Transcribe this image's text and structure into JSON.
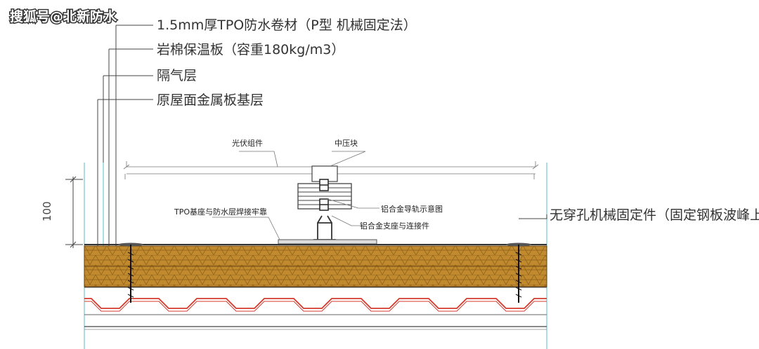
{
  "watermark": "搜狐号@北新防水",
  "layers": [
    "1.5mm厚TPO防水卷材（P型 机械固定法）",
    "岩棉保温板（容重180kg/m3）",
    "隔气层",
    "原屋面金属板基层"
  ],
  "callouts": {
    "pv_module": "光伏组件",
    "middle_clamp": "中压块",
    "rail": "铝合金导轨示意图",
    "support": "铝合金支座与连接件",
    "tpo_base": "TPO基座与防水层焊接牢靠",
    "fastener": "无穿孔机械固定件（固定钢板波峰上）"
  },
  "dimension": "100",
  "colors": {
    "insulation": "#c18a2e",
    "corrugated_steel": "#d33a2c",
    "guide_lines": "#79c6d6",
    "text": "#333333"
  }
}
